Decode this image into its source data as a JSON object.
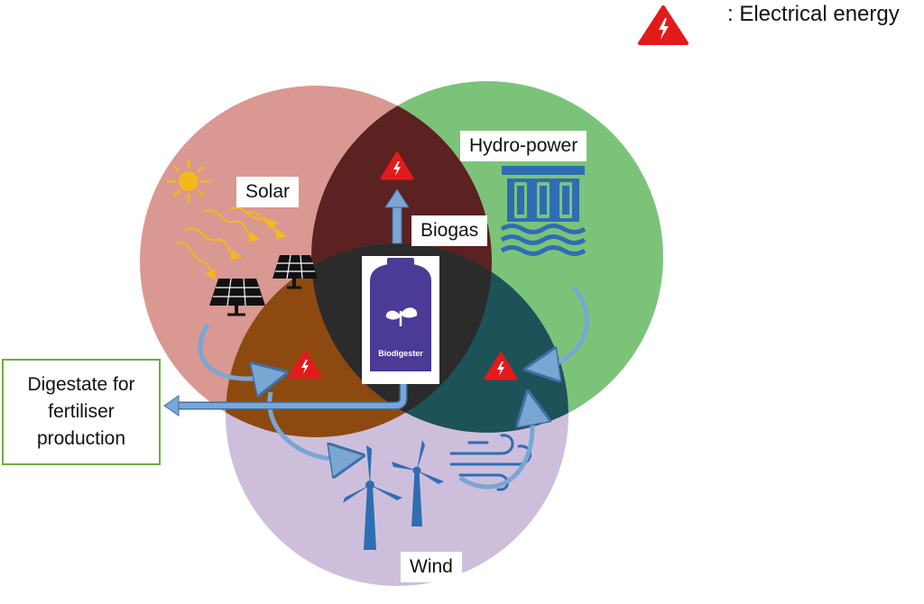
{
  "legend": {
    "icon": "electrical-hazard-icon",
    "text": ": Electrical energy",
    "color": "#e31a1a"
  },
  "labels": {
    "solar": "Solar",
    "hydro": "Hydro-power",
    "wind": "Wind",
    "biogas": "Biogas",
    "biodigester": "Biodigester",
    "digestate": "Digestate for fertiliser production"
  },
  "colors": {
    "solar_circle": "#d99891",
    "hydro_circle": "#7cc37a",
    "wind_circle": "#cdbfdc",
    "solar_hydro": "#5c2121",
    "solar_wind": "#8c4a10",
    "hydro_wind": "#1d5258",
    "center": "#2b2b2b",
    "arrow": "#7aa6d4",
    "icon_blue": "#2f6db3",
    "sun": "#f5b81c",
    "biodigester": "#4b3a96",
    "box_border": "#70ad47"
  }
}
